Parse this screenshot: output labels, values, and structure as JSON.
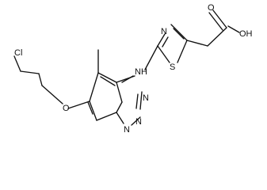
{
  "molecule": {
    "atom_labels": {
      "acid_oh": "OH",
      "carbonyl_o": "O",
      "thiazole_n": "N",
      "thiazole_s": "S",
      "amine_nh": "NH",
      "pyrimidine_n_top": "N",
      "pyrimidine_n_mid": "N",
      "pyrimidine_n_bottom": "N",
      "chloro": "Cl",
      "ether_o": "O"
    }
  }
}
